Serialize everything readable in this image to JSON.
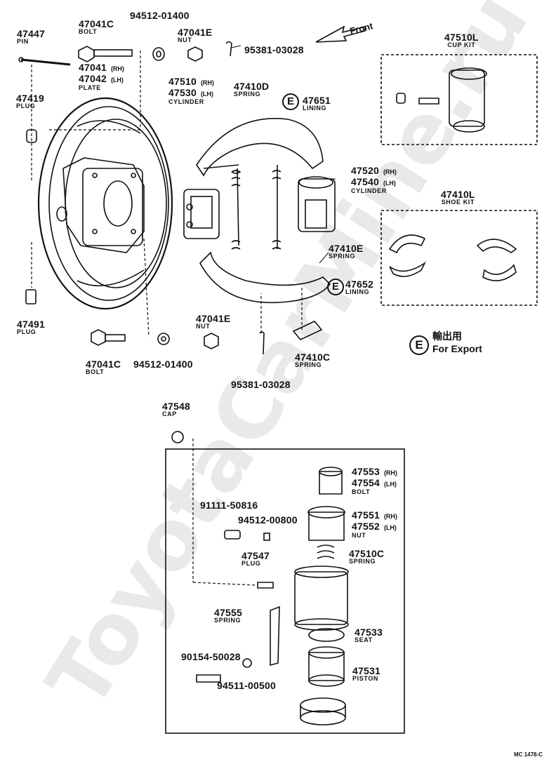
{
  "watermark": "ToyotaCarMine.ru",
  "front_label": "Front",
  "legend": {
    "symbol": "E",
    "jp_text": "輸出用",
    "en_text": "For Export"
  },
  "e_marks": {
    "lining_47651": "E",
    "lining_47652": "E"
  },
  "parts": {
    "p47447": {
      "num": "47447",
      "name": "PIN"
    },
    "p47041C_top": {
      "num": "47041C",
      "name": "BOLT"
    },
    "p94512_01400_top": {
      "num": "94512-01400"
    },
    "p47041E_top": {
      "num": "47041E",
      "name": "NUT"
    },
    "p95381_top": {
      "num": "95381-03028"
    },
    "p47510L": {
      "num": "47510L",
      "name": "CUP KIT"
    },
    "p47041": {
      "num": "47041",
      "side": "(RH)"
    },
    "p47042": {
      "num": "47042",
      "side": "(LH)",
      "name": "PLATE"
    },
    "p47419": {
      "num": "47419",
      "name": "PLUG"
    },
    "p47510": {
      "num": "47510",
      "side": "(RH)"
    },
    "p47530": {
      "num": "47530",
      "side": "(LH)",
      "name": "CYLINDER"
    },
    "p47410D": {
      "num": "47410D",
      "name": "SPRING"
    },
    "p47651": {
      "num": "47651",
      "name": "LINING"
    },
    "p47520": {
      "num": "47520",
      "side": "(RH)"
    },
    "p47540": {
      "num": "47540",
      "side": "(LH)",
      "name": "CYLINDER"
    },
    "p47410L": {
      "num": "47410L",
      "name": "SHOE KIT"
    },
    "p47410E": {
      "num": "47410E",
      "name": "SPRING"
    },
    "p47652": {
      "num": "47652",
      "name": "LINING"
    },
    "p47491": {
      "num": "47491",
      "name": "PLUG"
    },
    "p47041E_bot": {
      "num": "47041E",
      "name": "NUT"
    },
    "p47410C": {
      "num": "47410C",
      "name": "SPRING"
    },
    "p47041C_bot": {
      "num": "47041C",
      "name": "BOLT"
    },
    "p94512_01400_bot": {
      "num": "94512-01400"
    },
    "p95381_bot": {
      "num": "95381-03028"
    },
    "p47548": {
      "num": "47548",
      "name": "CAP"
    },
    "p47553": {
      "num": "47553",
      "side": "(RH)"
    },
    "p47554": {
      "num": "47554",
      "side": "(LH)",
      "name": "BOLT"
    },
    "p91111": {
      "num": "91111-50816"
    },
    "p94512_00800": {
      "num": "94512-00800"
    },
    "p47551": {
      "num": "47551",
      "side": "(RH)"
    },
    "p47552": {
      "num": "47552",
      "side": "(LH)",
      "name": "NUT"
    },
    "p47547": {
      "num": "47547",
      "name": "PLUG"
    },
    "p47510C": {
      "num": "47510C",
      "name": "SPRING"
    },
    "p47555": {
      "num": "47555",
      "name": "SPRING"
    },
    "p47533": {
      "num": "47533",
      "name": "SEAT"
    },
    "p90154": {
      "num": "90154-50028"
    },
    "p47531": {
      "num": "47531",
      "name": "PISTON"
    },
    "p94511": {
      "num": "94511-00500"
    }
  },
  "drawing_code": "MC 1478-C"
}
